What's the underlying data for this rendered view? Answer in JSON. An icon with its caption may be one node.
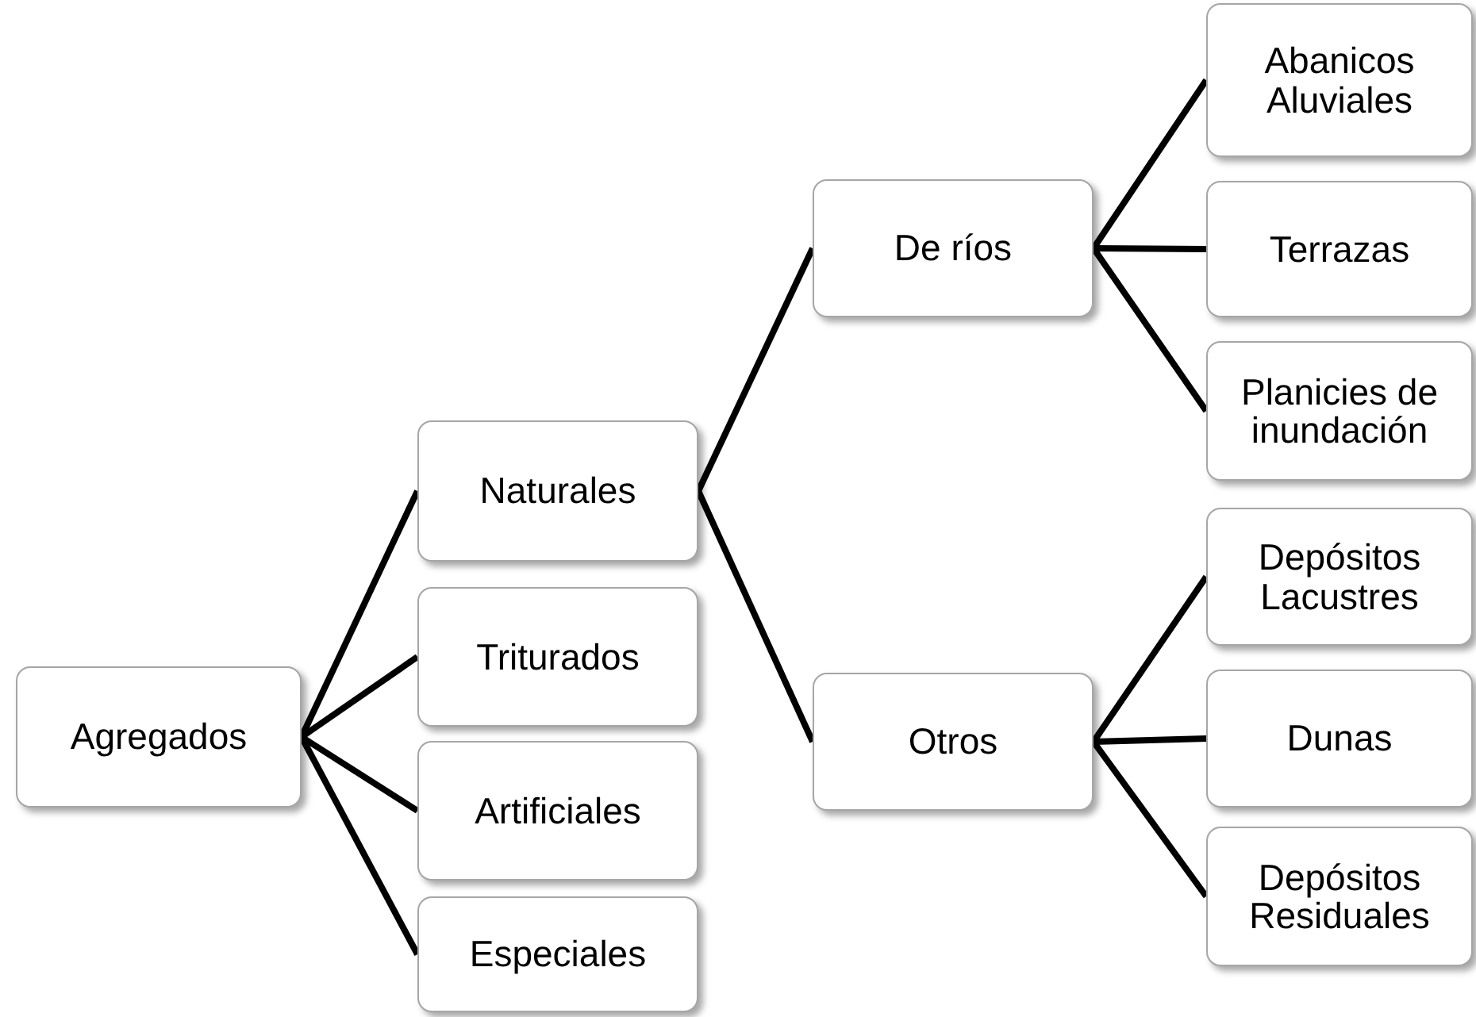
{
  "diagram": {
    "nodes": [
      {
        "text": [
          "Agregados"
        ]
      },
      {
        "text": [
          "Naturales"
        ]
      },
      {
        "text": [
          "De ríos"
        ]
      },
      {
        "text": [
          "Abanicos Aluviales"
        ]
      },
      {
        "text": [
          "Terrazas"
        ]
      },
      {
        "text": [
          "Planicies de inundación"
        ]
      },
      {
        "text": [
          "Otros"
        ]
      },
      {
        "text": [
          "Depósitos Lacustres"
        ]
      },
      {
        "text": [
          "Dunas"
        ]
      },
      {
        "text": [
          "Depósitos Residuales"
        ]
      },
      {
        "text": [
          "Triturados"
        ]
      },
      {
        "text": [
          "Artificiales"
        ]
      },
      {
        "text": [
          "Especiales"
        ]
      }
    ],
    "edges": [
      {
        "from": 0,
        "to": 1,
        "arrow": "none"
      },
      {
        "from": 0,
        "to": 10,
        "arrow": "none"
      },
      {
        "from": 0,
        "to": 11,
        "arrow": "none"
      },
      {
        "from": 0,
        "to": 12,
        "arrow": "none"
      },
      {
        "from": 1,
        "to": 2,
        "arrow": "none"
      },
      {
        "from": 1,
        "to": 6,
        "arrow": "none"
      },
      {
        "from": 2,
        "to": 3,
        "arrow": "none"
      },
      {
        "from": 2,
        "to": 4,
        "arrow": "none"
      },
      {
        "from": 2,
        "to": 5,
        "arrow": "none"
      },
      {
        "from": 6,
        "to": 7,
        "arrow": "none"
      },
      {
        "from": 6,
        "to": 8,
        "arrow": "none"
      },
      {
        "from": 6,
        "to": 9,
        "arrow": "none"
      }
    ]
  }
}
